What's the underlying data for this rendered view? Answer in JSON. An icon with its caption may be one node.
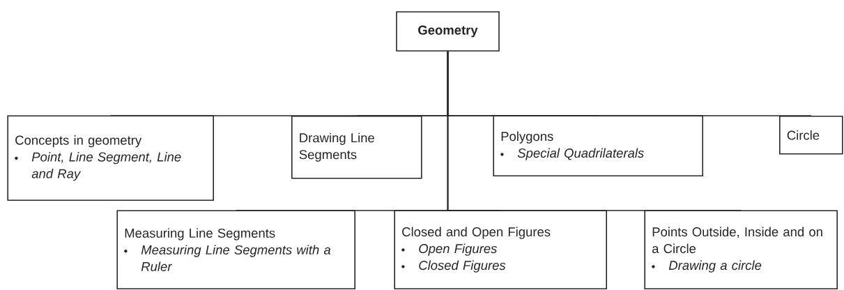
{
  "diagram": {
    "nodes": [
      {
        "text": [
          "Geometry"
        ]
      },
      {
        "text": [
          "Concepts in geometry",
          "Point, Line Segment, Line and Ray"
        ]
      },
      {
        "text": [
          "Drawing Line Segments"
        ]
      },
      {
        "text": [
          "Polygons",
          "Special Quadrilaterals"
        ]
      },
      {
        "text": [
          "Circle"
        ]
      },
      {
        "text": [
          "Measuring Line Segments",
          "Measuring Line Segments with a Ruler"
        ]
      },
      {
        "text": [
          "Closed and Open Figures",
          "Open Figures",
          "Closed Figures"
        ]
      },
      {
        "text": [
          "Points Outside, Inside and on a Circle",
          "Drawing a circle"
        ]
      }
    ],
    "edges": [
      {
        "from": 0,
        "to": 1,
        "arrow": "none"
      },
      {
        "from": 0,
        "to": 2,
        "arrow": "none"
      },
      {
        "from": 0,
        "to": 3,
        "arrow": "none"
      },
      {
        "from": 0,
        "to": 4,
        "arrow": "none"
      },
      {
        "from": 0,
        "to": 5,
        "arrow": "none"
      },
      {
        "from": 0,
        "to": 6,
        "arrow": "none"
      },
      {
        "from": 0,
        "to": 7,
        "arrow": "none"
      }
    ]
  }
}
